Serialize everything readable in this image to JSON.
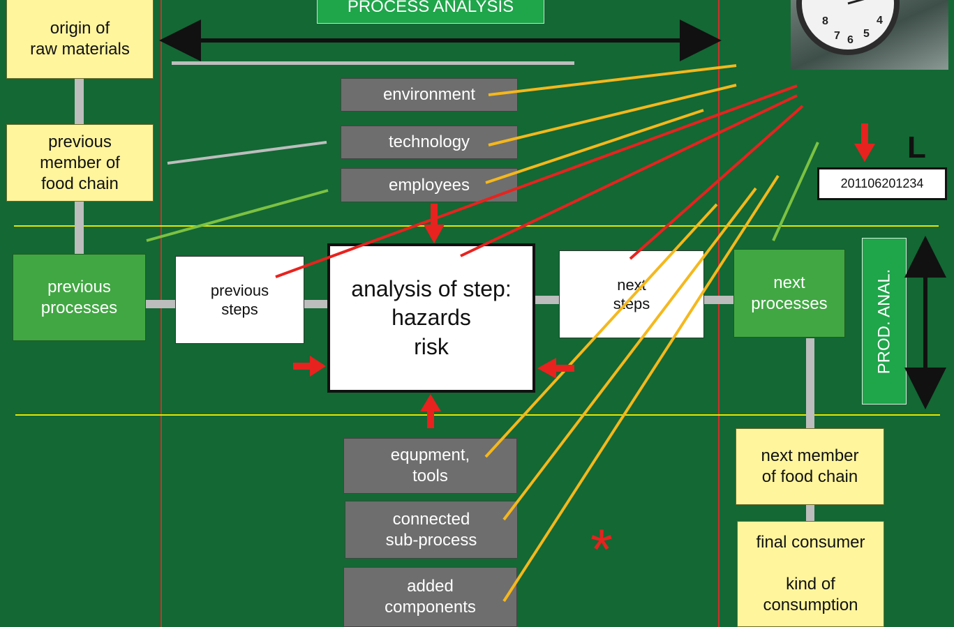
{
  "header": {
    "title": "PROCESS ANALYSIS"
  },
  "left_column": {
    "origin": "origin of\nraw materials",
    "previous_member": "previous\nmember of\nfood chain",
    "previous_processes": "previous\nprocesses"
  },
  "factors_top": {
    "environment": "environment",
    "technology": "technology",
    "employees": "employees"
  },
  "steps": {
    "previous": "previous\nsteps",
    "main": "analysis of step:\nhazards\nrisk",
    "next": "next\nsteps"
  },
  "factors_bottom": {
    "equipment": "equpment,\ntools",
    "subprocess": "connected\nsub-process",
    "components": "added\ncomponents"
  },
  "right_column": {
    "next_processes": "next\nprocesses",
    "prod_anal": "PROD.  ANAL.",
    "next_member": "next member\nof food chain",
    "final_consumer": "final consumer\n\nkind of\nconsumption"
  },
  "clock": {
    "visible_numbers": [
      "8",
      "7",
      "6",
      "5",
      "4"
    ]
  },
  "label_letter": "L",
  "id_code": "201106201234",
  "asterisk": "*",
  "colors": {
    "background": "#136834",
    "red": "#e8221e",
    "orange": "#f5b81c",
    "light_green": "#7cc242",
    "grey_box": "#6e6e6e",
    "yellow_box": "#fff59d",
    "green_box": "#41a743"
  }
}
